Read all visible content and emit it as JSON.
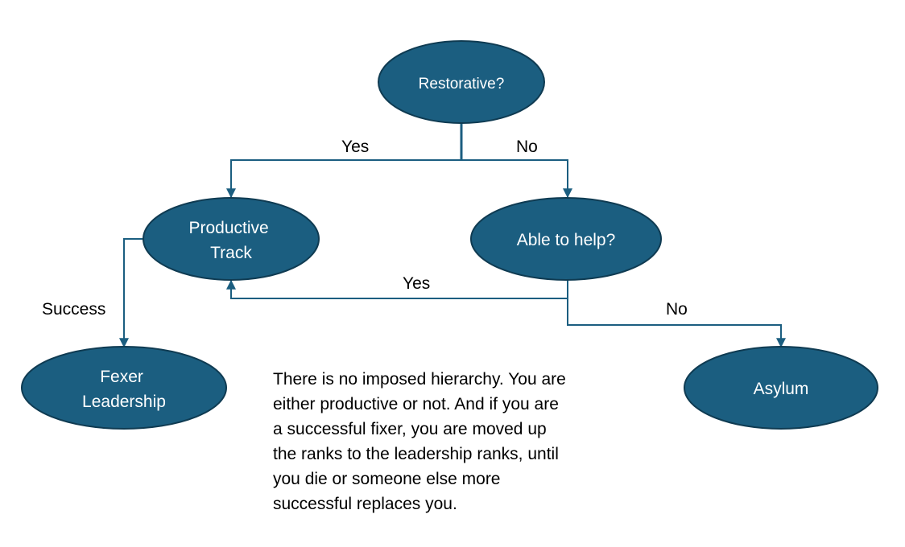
{
  "colors": {
    "node_fill": "#1b5e80",
    "node_stroke": "#0f3b52",
    "connector": "#1b5e80",
    "node_text": "#ffffff",
    "label_text": "#000000"
  },
  "nodes": {
    "restorative": {
      "label_lines": [
        "Restorative?"
      ]
    },
    "productive_track": {
      "label_lines": [
        "Productive",
        "Track"
      ]
    },
    "able_to_help": {
      "label_lines": [
        "Able to help?"
      ]
    },
    "fexer_leadership": {
      "label_lines": [
        "Fexer",
        "Leadership"
      ]
    },
    "asylum": {
      "label_lines": [
        "Asylum"
      ]
    }
  },
  "edges": {
    "restorative_yes": {
      "label": "Yes"
    },
    "restorative_no": {
      "label": "No"
    },
    "able_yes": {
      "label": "Yes"
    },
    "able_no": {
      "label": "No"
    },
    "productive_success": {
      "label": "Success"
    }
  },
  "caption": {
    "lines": [
      "There is no imposed hierarchy. You are",
      "either productive or not. And if you are",
      "a successful fixer, you are moved up",
      "the ranks to the leadership ranks, until",
      "you die or someone else more",
      "successful replaces you."
    ]
  }
}
